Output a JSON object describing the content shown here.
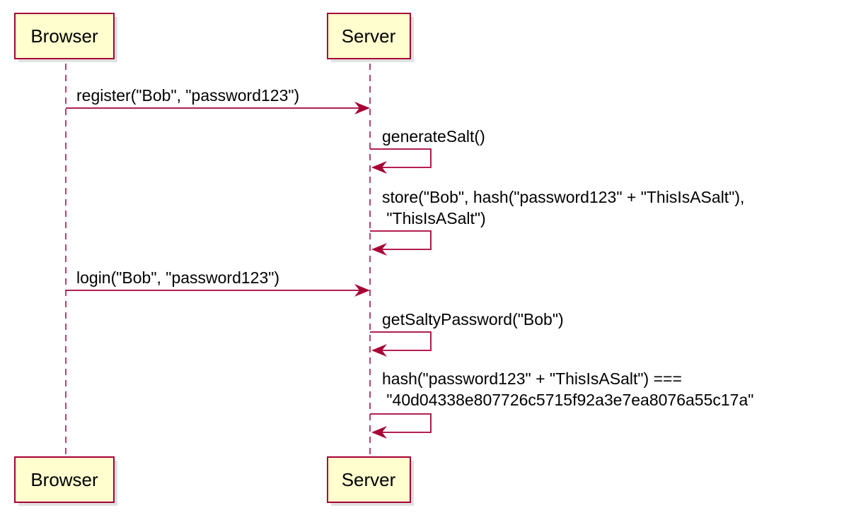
{
  "colors": {
    "participant_fill": "#fefece",
    "participant_border": "#a80036",
    "arrow": "#a80036",
    "text": "#000000"
  },
  "participants": {
    "browser": "Browser",
    "server": "Server"
  },
  "messages": [
    {
      "from": "Browser",
      "to": "Server",
      "lines": [
        "register(\"Bob\", \"password123\")"
      ]
    },
    {
      "from": "Server",
      "to": "Server",
      "lines": [
        "generateSalt()"
      ]
    },
    {
      "from": "Server",
      "to": "Server",
      "lines": [
        "store(\"Bob\", hash(\"password123\" + \"ThisIsASalt\"),",
        " \"ThisIsASalt\")"
      ]
    },
    {
      "from": "Browser",
      "to": "Server",
      "lines": [
        "login(\"Bob\", \"password123\")"
      ]
    },
    {
      "from": "Server",
      "to": "Server",
      "lines": [
        "getSaltyPassword(\"Bob\")"
      ]
    },
    {
      "from": "Server",
      "to": "Server",
      "lines": [
        "hash(\"password123\" + \"ThisIsASalt\") ===",
        " \"40d04338e807726c5715f92a3e7ea8076a55c17a\""
      ]
    }
  ]
}
